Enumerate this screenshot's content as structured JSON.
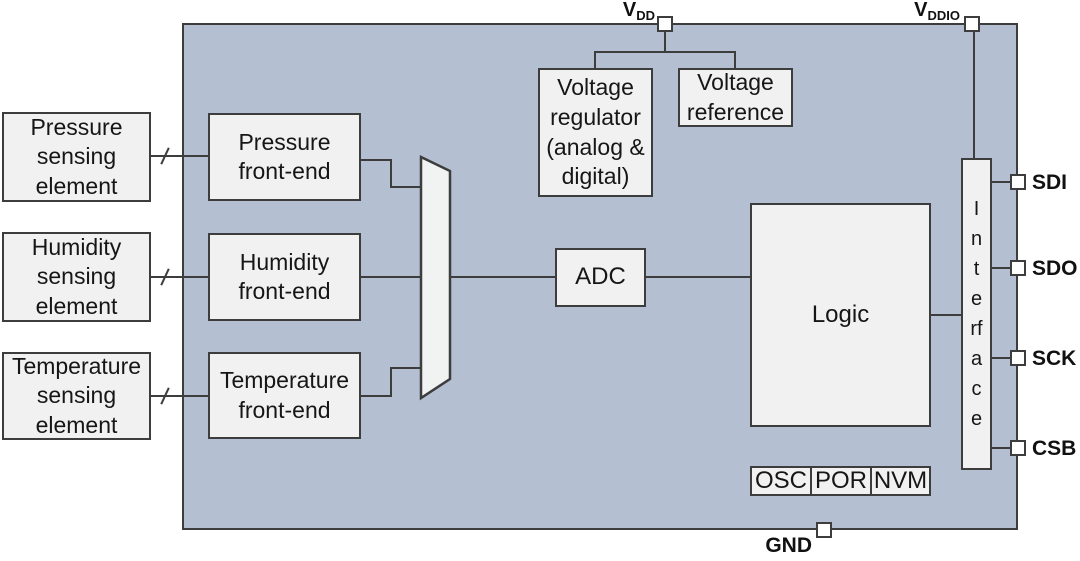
{
  "external_elements": {
    "pressure": "Pressure\nsensing\nelement",
    "humidity": "Humidity\nsensing\nelement",
    "temperature": "Temperature\nsensing\nelement"
  },
  "chip": {
    "front_ends": {
      "pressure": "Pressure\nfront-end",
      "humidity": "Humidity\nfront-end",
      "temperature": "Temperature\nfront-end"
    },
    "voltage_regulator": "Voltage\nregulator\n(analog &\ndigital)",
    "voltage_reference": "Voltage\nreference",
    "adc": "ADC",
    "logic": "Logic",
    "interface": "Interface",
    "support_blocks": [
      "OSC",
      "POR",
      "NVM"
    ]
  },
  "pins": {
    "vdd": {
      "base": "V",
      "sub": "DD"
    },
    "vddio": {
      "base": "V",
      "sub": "DDIO"
    },
    "sdi": "SDI",
    "sdo": "SDO",
    "sck": "SCK",
    "csb": "CSB",
    "gnd": "GND"
  },
  "colors": {
    "chip_fill": "#b4c0d1",
    "block_fill": "#f1f2f2",
    "line": "#3d3d3d"
  }
}
